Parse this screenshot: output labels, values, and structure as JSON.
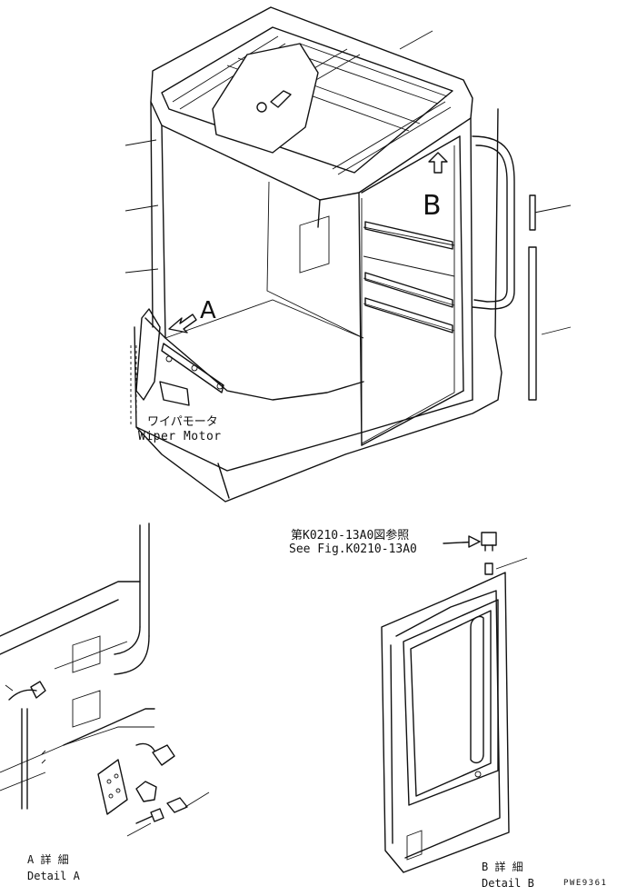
{
  "labels": {
    "wiper_motor_jp": "ワイパモータ",
    "wiper_motor_en": "Wiper Motor",
    "view_a": "A",
    "view_b": "B",
    "see_fig_jp": "第K0210-13A0図参照",
    "see_fig_en": "See Fig.K0210-13A0",
    "detail_a_jp": "A 詳 細",
    "detail_a_en": "Detail A",
    "detail_b_jp": "B 詳 細",
    "detail_b_en": "Detail B",
    "drawing_code": "PWE9361"
  }
}
